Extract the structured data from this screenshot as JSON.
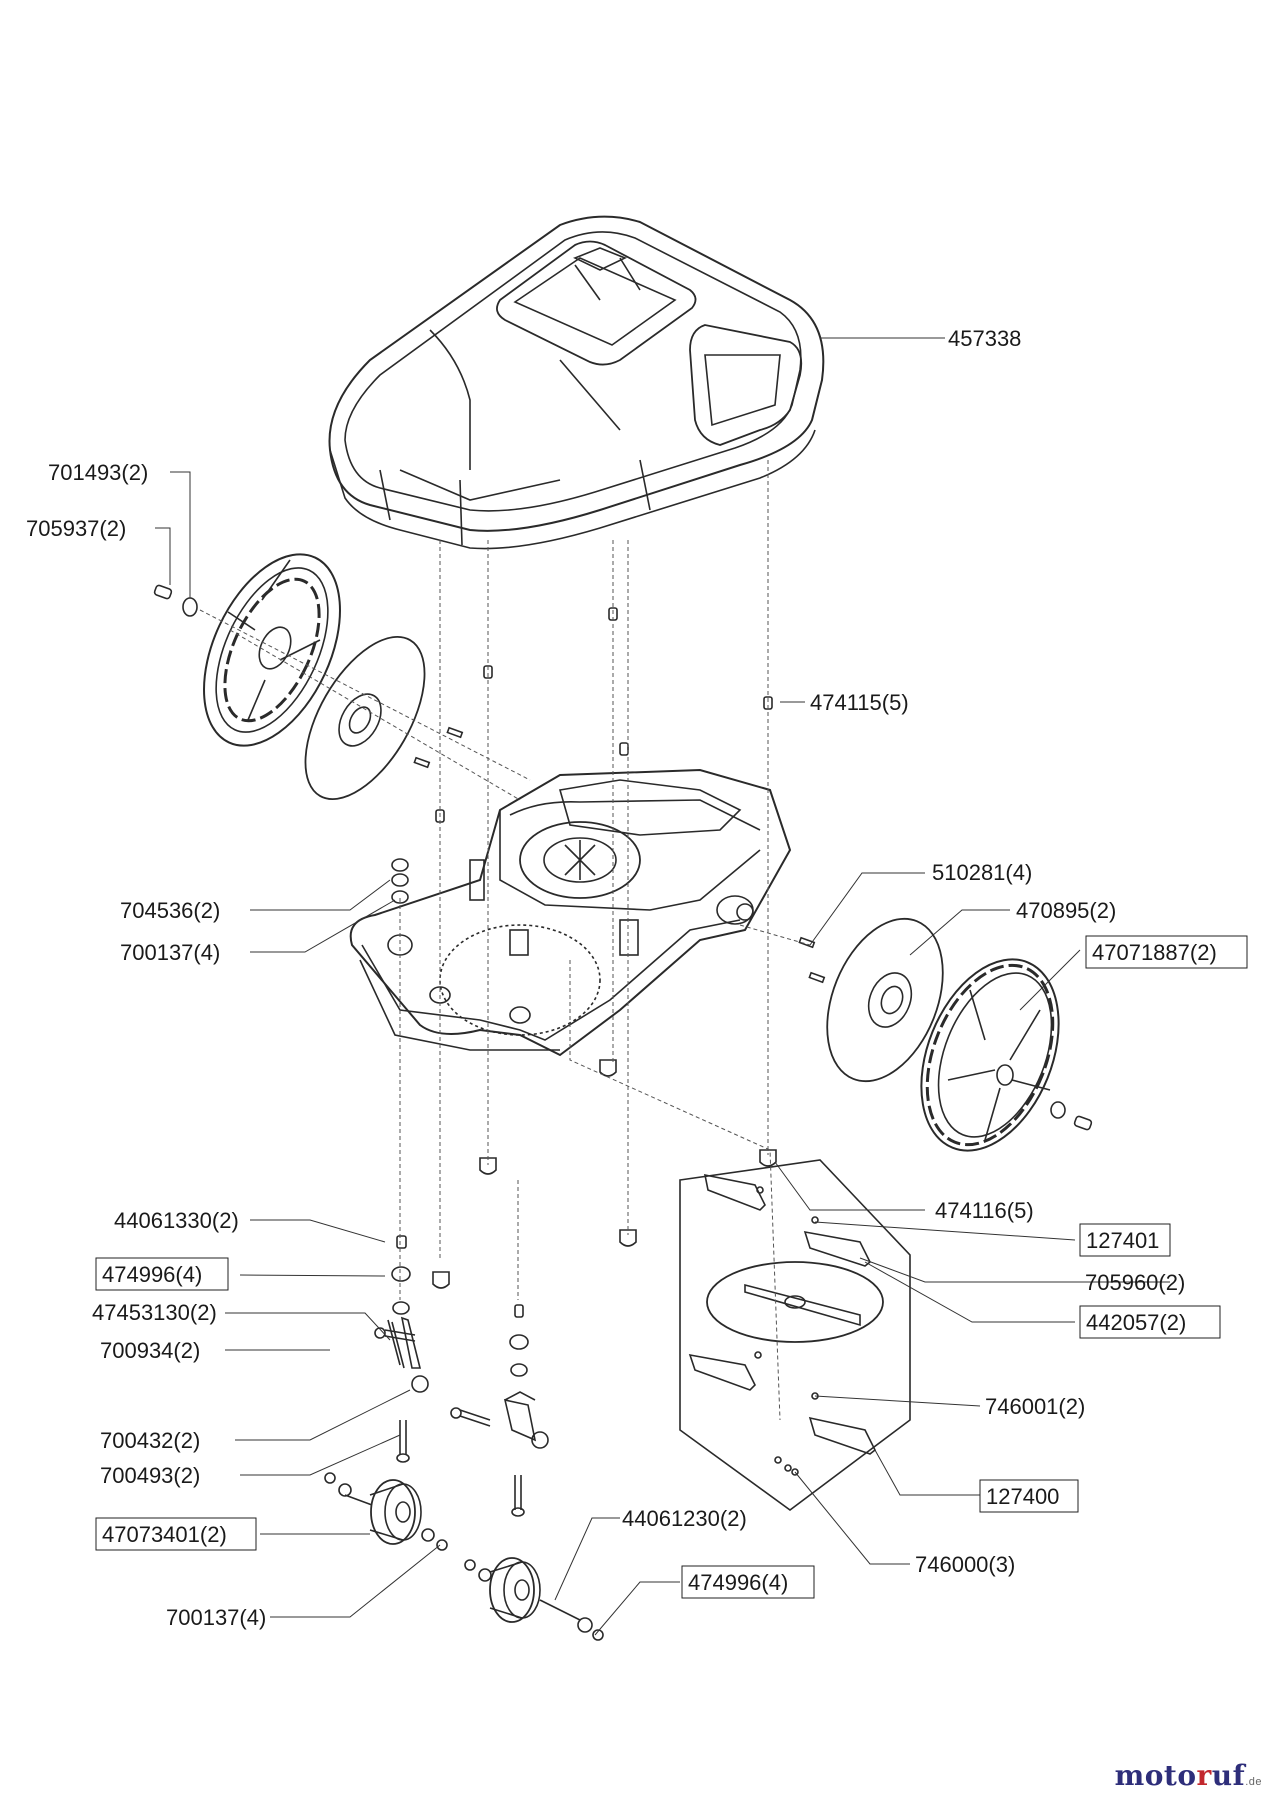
{
  "parts": {
    "p457338": "457338",
    "p701493": "701493(2)",
    "p705937": "705937(2)",
    "p474115": "474115(5)",
    "p510281": "510281(4)",
    "p470895": "470895(2)",
    "p47071887": "47071887(2)",
    "p704536": "704536(2)",
    "p700137a": "700137(4)",
    "p474116": "474116(5)",
    "p127401": "127401",
    "p705960": "705960(2)",
    "p442057": "442057(2)",
    "p44061330": "44061330(2)",
    "p474996a": "474996(4)",
    "p47453130": "47453130(2)",
    "p700934": "700934(2)",
    "p746001": "746001(2)",
    "p700432": "700432(2)",
    "p700493": "700493(2)",
    "p127400": "127400",
    "p47073401": "47073401(2)",
    "p44061230": "44061230(2)",
    "p746000": "746000(3)",
    "p474996b": "474996(4)",
    "p700137b": "700137(4)"
  },
  "watermark": {
    "part1": "moto",
    "part2": "r",
    "part3": "uf",
    "suffix": ".de"
  }
}
